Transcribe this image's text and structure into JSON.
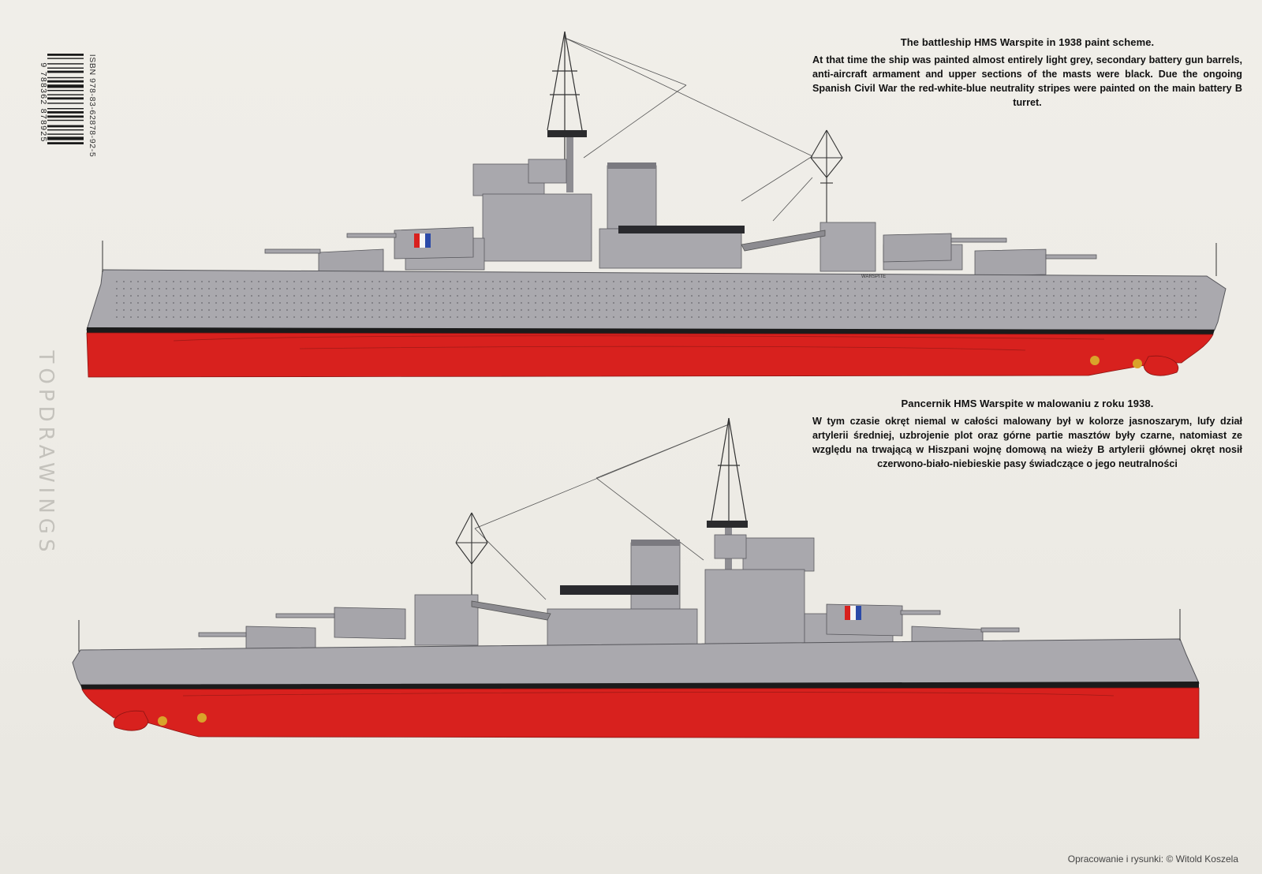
{
  "captions": {
    "english_title": "The battleship HMS Warspite in 1938 paint scheme.",
    "english_body": "At that time the ship was painted almost entirely light grey, secondary battery gun barrels, anti-aircraft armament and upper sections of the masts were black. Due the ongoing Spanish Civil War the red-white-blue neutrality stripes were painted on the main battery B turret.",
    "polish_title": "Pancernik HMS Warspite w malowaniu z roku 1938.",
    "polish_body": "W tym czasie okręt niemal w całości malowany był w kolorze jasnoszarym, lufy dział artylerii średniej, uzbrojenie plot oraz górne partie masztów były czarne, natomiast ze względu na trwającą w Hiszpani wojnę domową na wieży B artylerii głównej okręt nosił czerwono-biało-niebieskie pasy świadczące o jego neutralności"
  },
  "publisher": "TOPDRAWINGS",
  "isbn": "ISBN 978-83-62878-92-5",
  "barcode_digits": "9 788362 878925",
  "hull_name_label": "WARSPITE",
  "credit": "Opracowanie i rysunki: © Witold Koszela",
  "colors": {
    "hull_red": "#d8211e",
    "grey": "#a9a8ad",
    "boot_black": "#1b1b1b",
    "background": "#eeece6"
  }
}
